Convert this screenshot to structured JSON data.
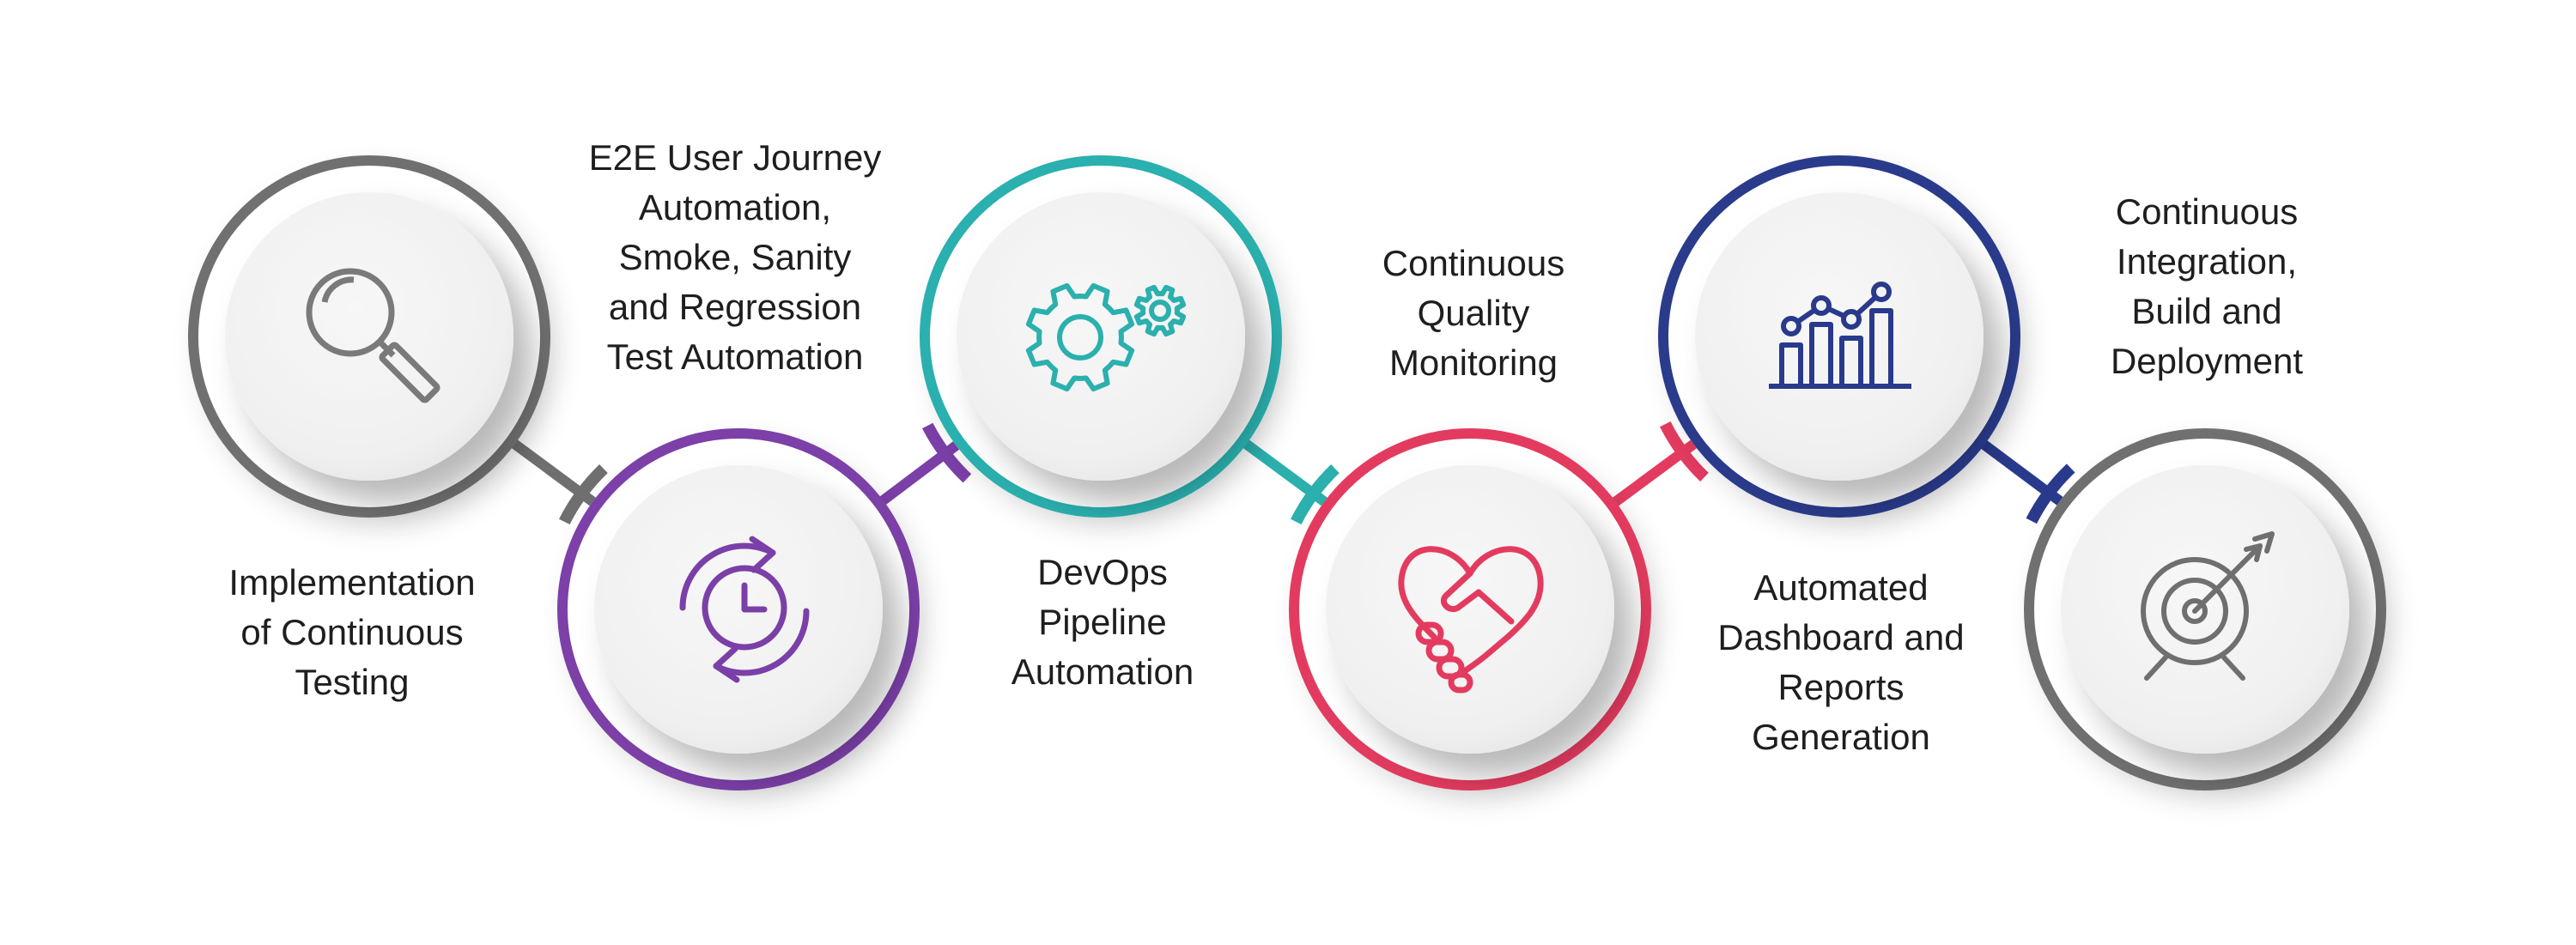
{
  "steps": [
    {
      "label_lines": [
        "Implementation",
        "of Continuous",
        "Testing"
      ],
      "color": "#6f6f6f",
      "icon": "magnifier-icon"
    },
    {
      "label_lines": [
        "E2E User Journey",
        "Automation,",
        "Smoke, Sanity",
        "and Regression",
        "Test Automation"
      ],
      "color": "#7b3fa8",
      "icon": "clock-cycle-icon"
    },
    {
      "label_lines": [
        "DevOps",
        "Pipeline",
        "Automation"
      ],
      "color": "#2bb0ae",
      "icon": "gears-icon"
    },
    {
      "label_lines": [
        "Continuous",
        "Quality",
        "Monitoring"
      ],
      "color": "#e33b5f",
      "icon": "handshake-heart-icon"
    },
    {
      "label_lines": [
        "Automated",
        "Dashboard and",
        "Reports",
        "Generation"
      ],
      "color": "#293a8c",
      "icon": "bar-chart-icon"
    },
    {
      "label_lines": [
        "Continuous",
        "Integration,",
        "Build and",
        "Deployment"
      ],
      "color": "#6f6f6f",
      "icon": "target-arrow-icon"
    }
  ]
}
